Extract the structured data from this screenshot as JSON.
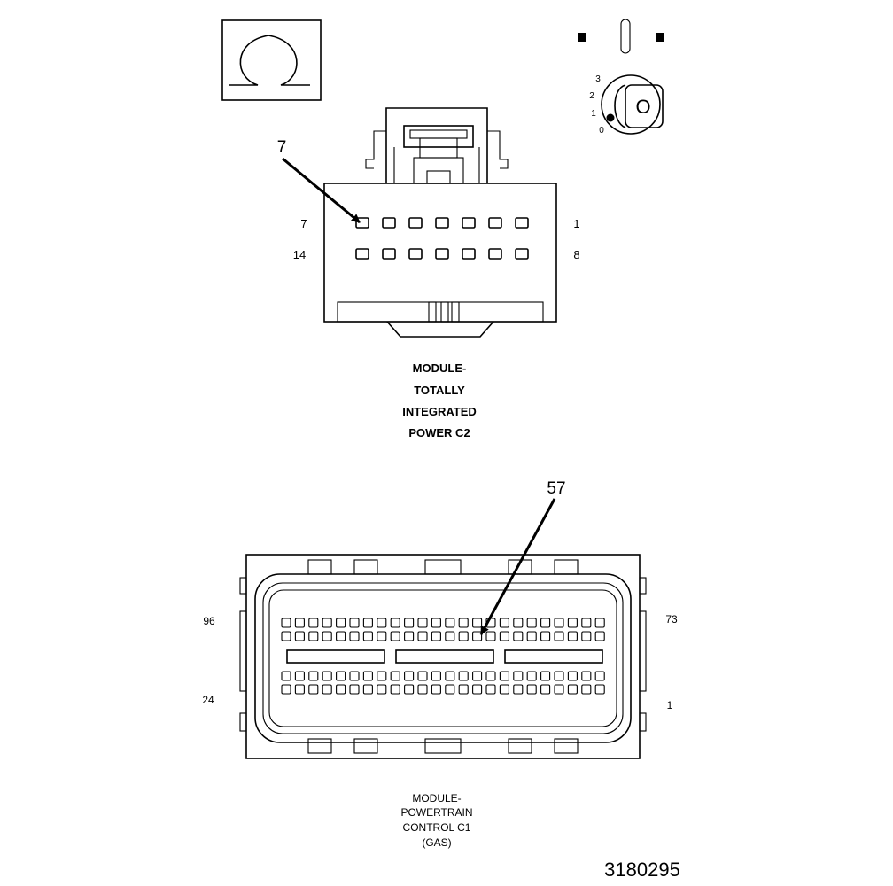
{
  "ignition_icon": {
    "position_labels": [
      "3",
      "2",
      "1",
      "0"
    ],
    "key_mark": "O"
  },
  "connector_c2": {
    "callout_pin": "7",
    "row1_left_pin": "7",
    "row1_right_pin": "1",
    "row2_left_pin": "14",
    "row2_right_pin": "8",
    "caption_lines": [
      "MODULE-",
      "TOTALLY",
      "INTEGRATED",
      "POWER C2"
    ]
  },
  "connector_c1": {
    "callout_pin": "57",
    "top_left_pin": "96",
    "top_right_pin": "73",
    "bottom_left_pin": "24",
    "bottom_right_pin": "1",
    "caption_lines": [
      "MODULE-",
      "POWERTRAIN",
      "CONTROL C1",
      "(GAS)"
    ]
  },
  "figure_id": "3180295"
}
